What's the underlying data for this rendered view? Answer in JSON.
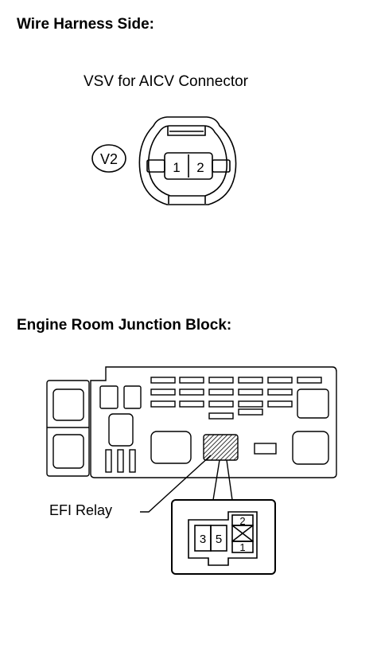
{
  "wire_harness": {
    "heading": "Wire Harness Side:",
    "connector_caption": "VSV for AICV Connector",
    "connector_code": "V2",
    "pins": [
      "1",
      "2"
    ]
  },
  "junction_block": {
    "heading": "Engine Room Junction Block:",
    "relay_label": "EFI Relay",
    "relay_pins": [
      "3",
      "5",
      "2",
      "1"
    ]
  }
}
